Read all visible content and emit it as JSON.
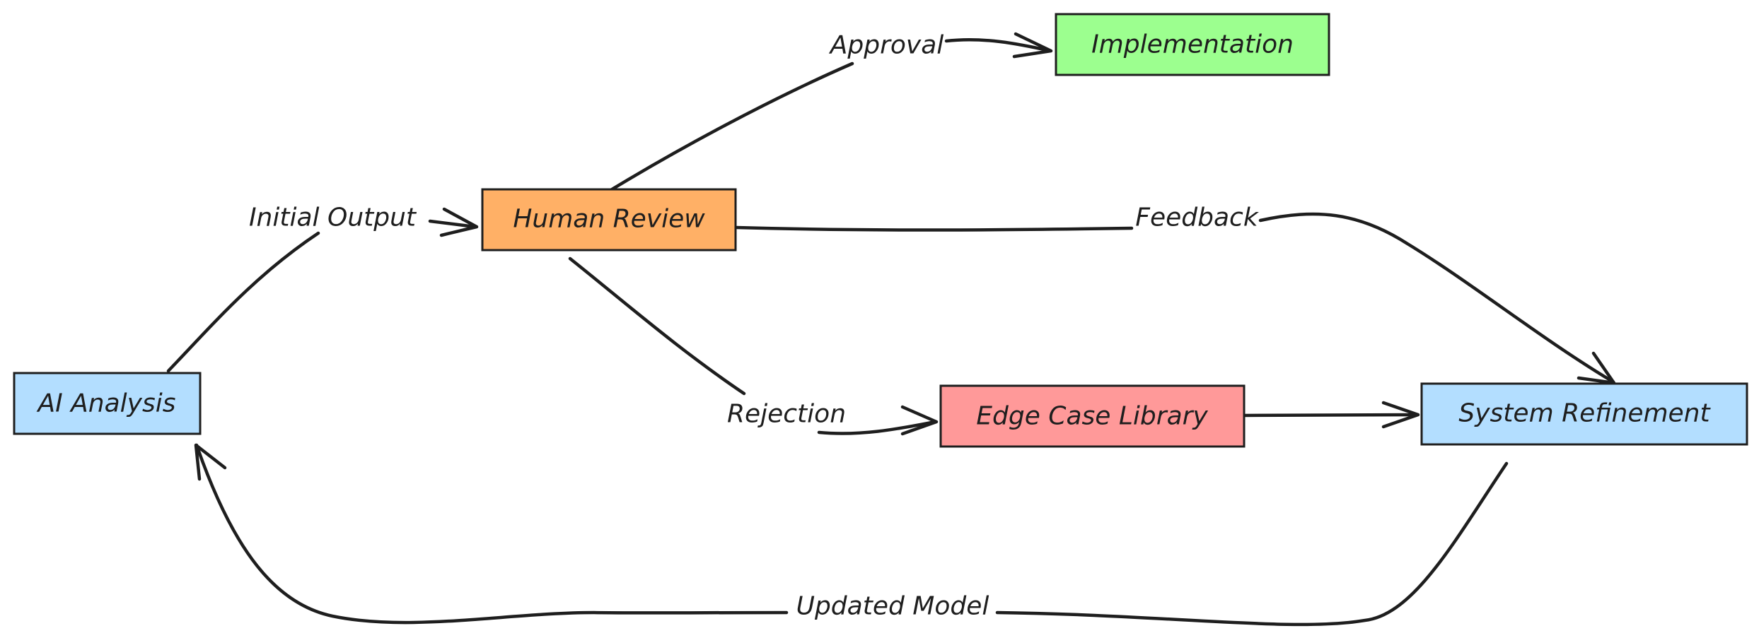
{
  "colors": {
    "ai_analysis": "#b3deff",
    "human_review": "#ffb066",
    "implementation": "#9cff8f",
    "edge_case_library": "#ff9999",
    "system_refinement": "#b3deff",
    "stroke": "#1e1e1e"
  },
  "nodes": {
    "ai_analysis": "AI Analysis",
    "human_review": "Human Review",
    "implementation": "Implementation",
    "edge_case_library": "Edge Case Library",
    "system_refinement": "System Refinement"
  },
  "edges": {
    "initial_output": "Initial Output",
    "approval": "Approval",
    "feedback": "Feedback",
    "rejection": "Rejection",
    "updated_model": "Updated Model"
  }
}
